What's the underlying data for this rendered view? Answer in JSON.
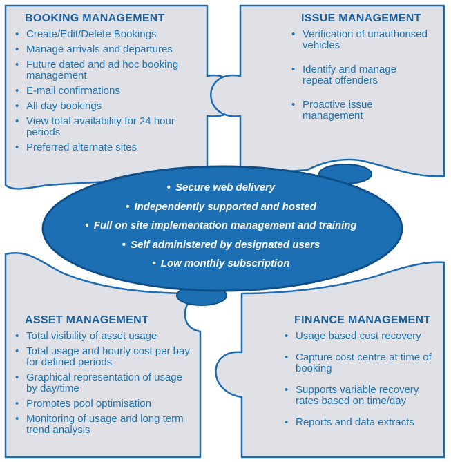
{
  "colors": {
    "panel_fill": "#dfe1e6",
    "panel_stroke": "#1d6bb0",
    "ellipse_fill": "#1d6fb4",
    "ellipse_stroke": "#0e4f8a",
    "text": "#1f74b3"
  },
  "booking": {
    "title": "BOOKING MANAGEMENT",
    "items": [
      "Create/Edit/Delete Bookings",
      "Manage arrivals and departures",
      "Future dated and ad hoc booking management",
      "E-mail confirmations",
      "All day bookings",
      "View total availability for 24 hour periods",
      "Preferred alternate sites"
    ]
  },
  "issue": {
    "title": "ISSUE MANAGEMENT",
    "items": [
      "Verification of unauthorised vehicles",
      "Identify and manage repeat offenders",
      "Proactive issue management"
    ]
  },
  "center": {
    "items": [
      "Secure web delivery",
      "Independently supported and hosted",
      "Full on site implementation management and training",
      "Self administered by designated users",
      "Low monthly subscription"
    ]
  },
  "asset": {
    "title": "ASSET MANAGEMENT",
    "items": [
      "Total visibility of asset usage",
      "Total usage and hourly cost per bay for defined periods",
      "Graphical representation of usage by day/time",
      "Promotes pool optimisation",
      "Monitoring of usage and long term trend analysis"
    ]
  },
  "finance": {
    "title": "FINANCE MANAGEMENT",
    "items": [
      "Usage based cost recovery",
      "Capture cost centre at time of booking",
      "Supports variable recovery rates based on time/day",
      "Reports and data extracts"
    ]
  }
}
